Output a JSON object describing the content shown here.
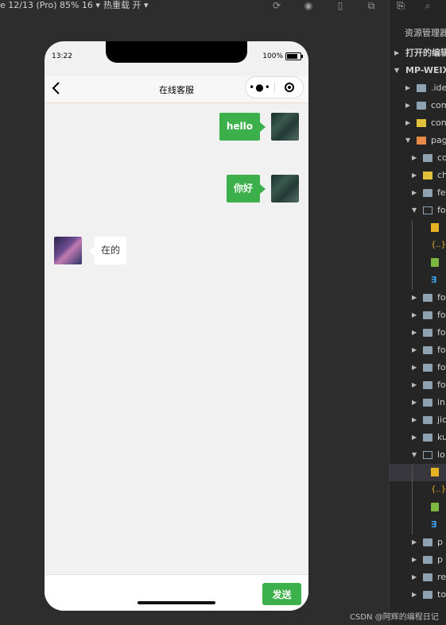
{
  "toolbar": {
    "device": "e 12/13 (Pro) 85% 16 ▾",
    "hot_reload": "热重载 开 ▾",
    "icons": [
      "refresh-icon",
      "stop-icon",
      "phone-icon",
      "window-icon",
      "files-icon",
      "search-icon"
    ]
  },
  "phone": {
    "time": "13:22",
    "battery": "100%",
    "nav_back": "<",
    "nav_title": "在线客服",
    "capsule_dots": "•●•",
    "messages": [
      {
        "side": "right",
        "text": "hello"
      },
      {
        "side": "right",
        "text": "你好"
      },
      {
        "side": "left",
        "text": "在的"
      }
    ],
    "input_placeholder": "",
    "send_label": "发送"
  },
  "explorer": {
    "title": "资源管理器",
    "items": [
      {
        "label": "打开的编辑",
        "type": "section"
      },
      {
        "label": "MP-WEIXI",
        "type": "root"
      },
      {
        "label": ".ide",
        "type": "folder"
      },
      {
        "label": "com",
        "type": "folder"
      },
      {
        "label": "con",
        "type": "folder-yellow"
      },
      {
        "label": "pag",
        "type": "folder-orange"
      },
      {
        "label": "co",
        "type": "folder"
      },
      {
        "label": "ch",
        "type": "folder-yellow"
      },
      {
        "label": "fe",
        "type": "folder"
      },
      {
        "label": "fo",
        "type": "folder-open"
      },
      {
        "label": "",
        "type": "js"
      },
      {
        "label": "{..}",
        "type": "json"
      },
      {
        "label": "",
        "type": "wxml"
      },
      {
        "label": "",
        "type": "wxss"
      },
      {
        "label": "fo",
        "type": "folder"
      },
      {
        "label": "fo",
        "type": "folder"
      },
      {
        "label": "fo",
        "type": "folder"
      },
      {
        "label": "fo",
        "type": "folder"
      },
      {
        "label": "fo",
        "type": "folder"
      },
      {
        "label": "fo",
        "type": "folder"
      },
      {
        "label": "in",
        "type": "folder"
      },
      {
        "label": "jic",
        "type": "folder"
      },
      {
        "label": "ku",
        "type": "folder"
      },
      {
        "label": "lo",
        "type": "folder-open"
      },
      {
        "label": "",
        "type": "js"
      },
      {
        "label": "{..}",
        "type": "json"
      },
      {
        "label": "",
        "type": "wxml"
      },
      {
        "label": "",
        "type": "wxss"
      },
      {
        "label": "p",
        "type": "folder"
      },
      {
        "label": "p",
        "type": "folder"
      },
      {
        "label": "re",
        "type": "folder"
      },
      {
        "label": "to",
        "type": "folder"
      }
    ]
  },
  "watermark": "CSDN @阿辉的编程日记"
}
